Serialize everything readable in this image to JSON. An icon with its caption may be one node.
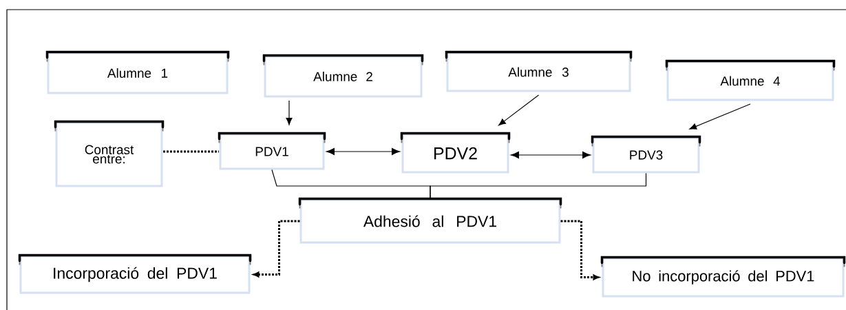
{
  "diagram": {
    "nodes": [
      {
        "text": [
          "Alumne  1"
        ]
      },
      {
        "text": [
          "Alumne  2"
        ]
      },
      {
        "text": [
          "Alumne  3"
        ]
      },
      {
        "text": [
          "Alumne  4"
        ]
      },
      {
        "text": [
          "Contrast entre:"
        ]
      },
      {
        "text": [
          "PDV1"
        ]
      },
      {
        "text": [
          "PDV2"
        ]
      },
      {
        "text": [
          "PDV3"
        ]
      },
      {
        "text": [
          "Adhesió al PDV1"
        ]
      },
      {
        "text": [
          "Incorporació del PDV1"
        ]
      },
      {
        "text": [
          "No incorporació del PDV1"
        ]
      }
    ],
    "edges": [
      {
        "from": 1,
        "to": 5,
        "arrow": "to"
      },
      {
        "from": 2,
        "to": 6,
        "arrow": "to"
      },
      {
        "from": 3,
        "to": 7,
        "arrow": "to"
      },
      {
        "from": 4,
        "to": 5,
        "arrow": "none",
        "style": "dashed"
      },
      {
        "from": 5,
        "to": 6,
        "arrow": "both"
      },
      {
        "from": 6,
        "to": 7,
        "arrow": "both"
      },
      {
        "from": 5,
        "to": 8,
        "arrow": "none"
      },
      {
        "from": 7,
        "to": 8,
        "arrow": "none"
      },
      {
        "from": 8,
        "to": 9,
        "arrow": "to",
        "style": "dashed"
      },
      {
        "from": 8,
        "to": 10,
        "arrow": "to",
        "style": "dashed"
      }
    ]
  }
}
